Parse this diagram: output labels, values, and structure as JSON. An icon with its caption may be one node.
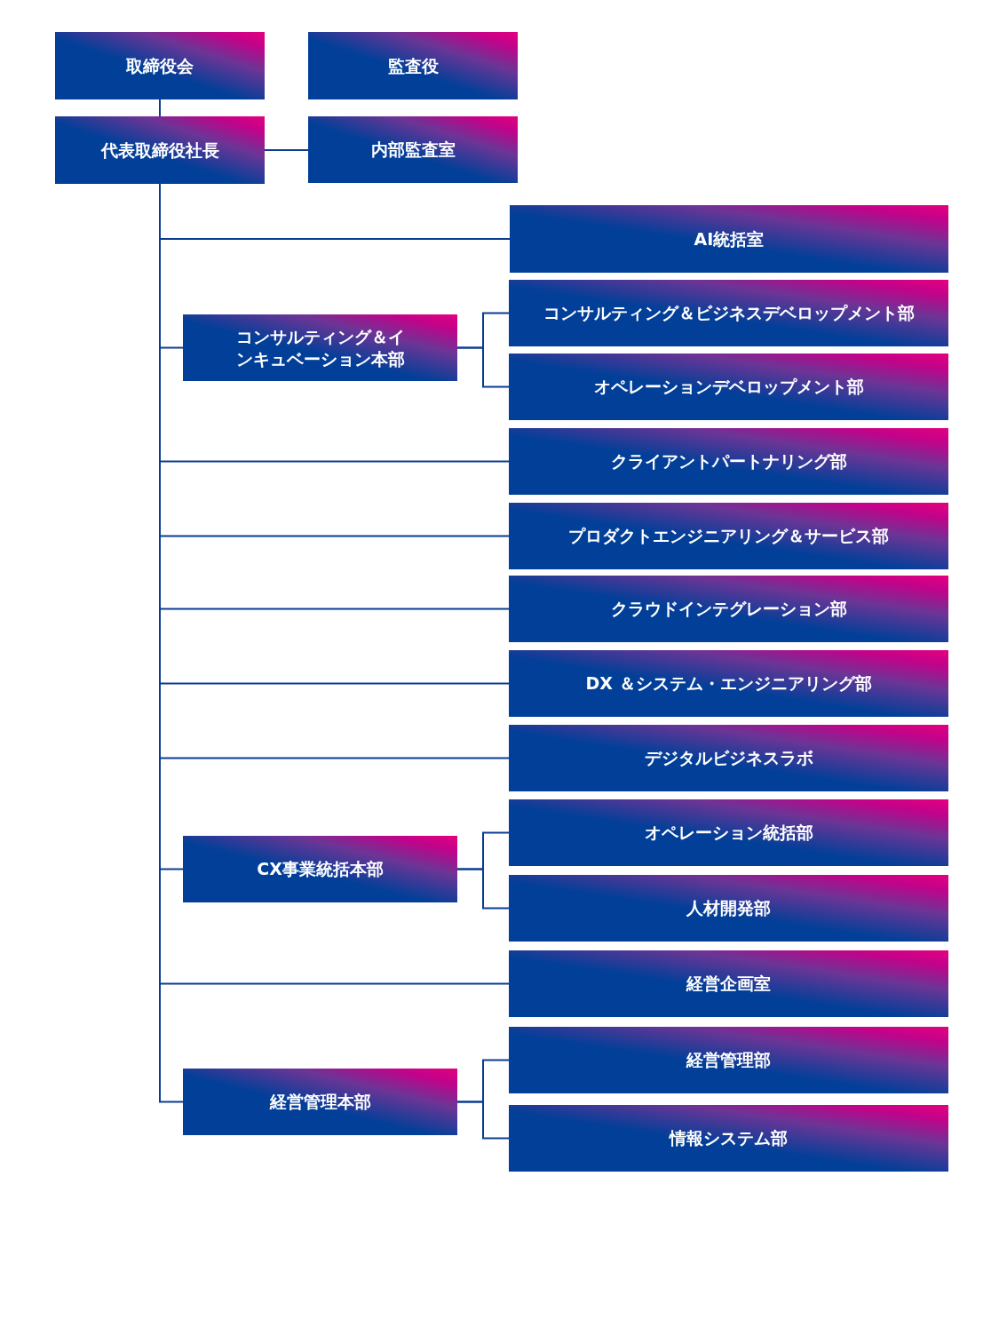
{
  "diagram": {
    "nodes": [
      {
        "text": [
          "取締役会"
        ]
      },
      {
        "text": [
          "監査役"
        ]
      },
      {
        "text": [
          "代表取締役社長"
        ]
      },
      {
        "text": [
          "内部監査室"
        ]
      },
      {
        "text": [
          "AI統括室"
        ]
      },
      {
        "text": [
          "コンサルティング＆インキュベーション本部"
        ]
      },
      {
        "text": [
          "コンサルティング＆ビジネスデベロップメント部"
        ]
      },
      {
        "text": [
          "オペレーションデベロップメント部"
        ]
      },
      {
        "text": [
          "クライアントパートナリング部"
        ]
      },
      {
        "text": [
          "プロダクトエンジニアリング＆サービス部"
        ]
      },
      {
        "text": [
          "クラウドインテグレーション部"
        ]
      },
      {
        "text": [
          "DX ＆システム・エンジニアリング部"
        ]
      },
      {
        "text": [
          "デジタルビジネスラボ"
        ]
      },
      {
        "text": [
          "CX事業統括本部"
        ]
      },
      {
        "text": [
          "オペレーション統括部"
        ]
      },
      {
        "text": [
          "人材開発部"
        ]
      },
      {
        "text": [
          "経営企画室"
        ]
      },
      {
        "text": [
          "経営管理本部"
        ]
      },
      {
        "text": [
          "経営管理部"
        ]
      },
      {
        "text": [
          "情報システム部"
        ]
      }
    ],
    "edges": [
      {
        "from": 0,
        "to": 2,
        "arrow": "none"
      },
      {
        "from": 2,
        "to": 3,
        "arrow": "none"
      },
      {
        "from": 2,
        "to": 4,
        "arrow": "none"
      },
      {
        "from": 2,
        "to": 5,
        "arrow": "none"
      },
      {
        "from": 5,
        "to": 6,
        "arrow": "none"
      },
      {
        "from": 5,
        "to": 7,
        "arrow": "none"
      },
      {
        "from": 2,
        "to": 8,
        "arrow": "none"
      },
      {
        "from": 2,
        "to": 9,
        "arrow": "none"
      },
      {
        "from": 2,
        "to": 10,
        "arrow": "none"
      },
      {
        "from": 2,
        "to": 11,
        "arrow": "none"
      },
      {
        "from": 2,
        "to": 12,
        "arrow": "none"
      },
      {
        "from": 2,
        "to": 13,
        "arrow": "none"
      },
      {
        "from": 13,
        "to": 14,
        "arrow": "none"
      },
      {
        "from": 13,
        "to": 15,
        "arrow": "none"
      },
      {
        "from": 2,
        "to": 16,
        "arrow": "none"
      },
      {
        "from": 2,
        "to": 17,
        "arrow": "none"
      },
      {
        "from": 17,
        "to": 18,
        "arrow": "none"
      },
      {
        "from": 17,
        "to": 19,
        "arrow": "none"
      }
    ]
  }
}
